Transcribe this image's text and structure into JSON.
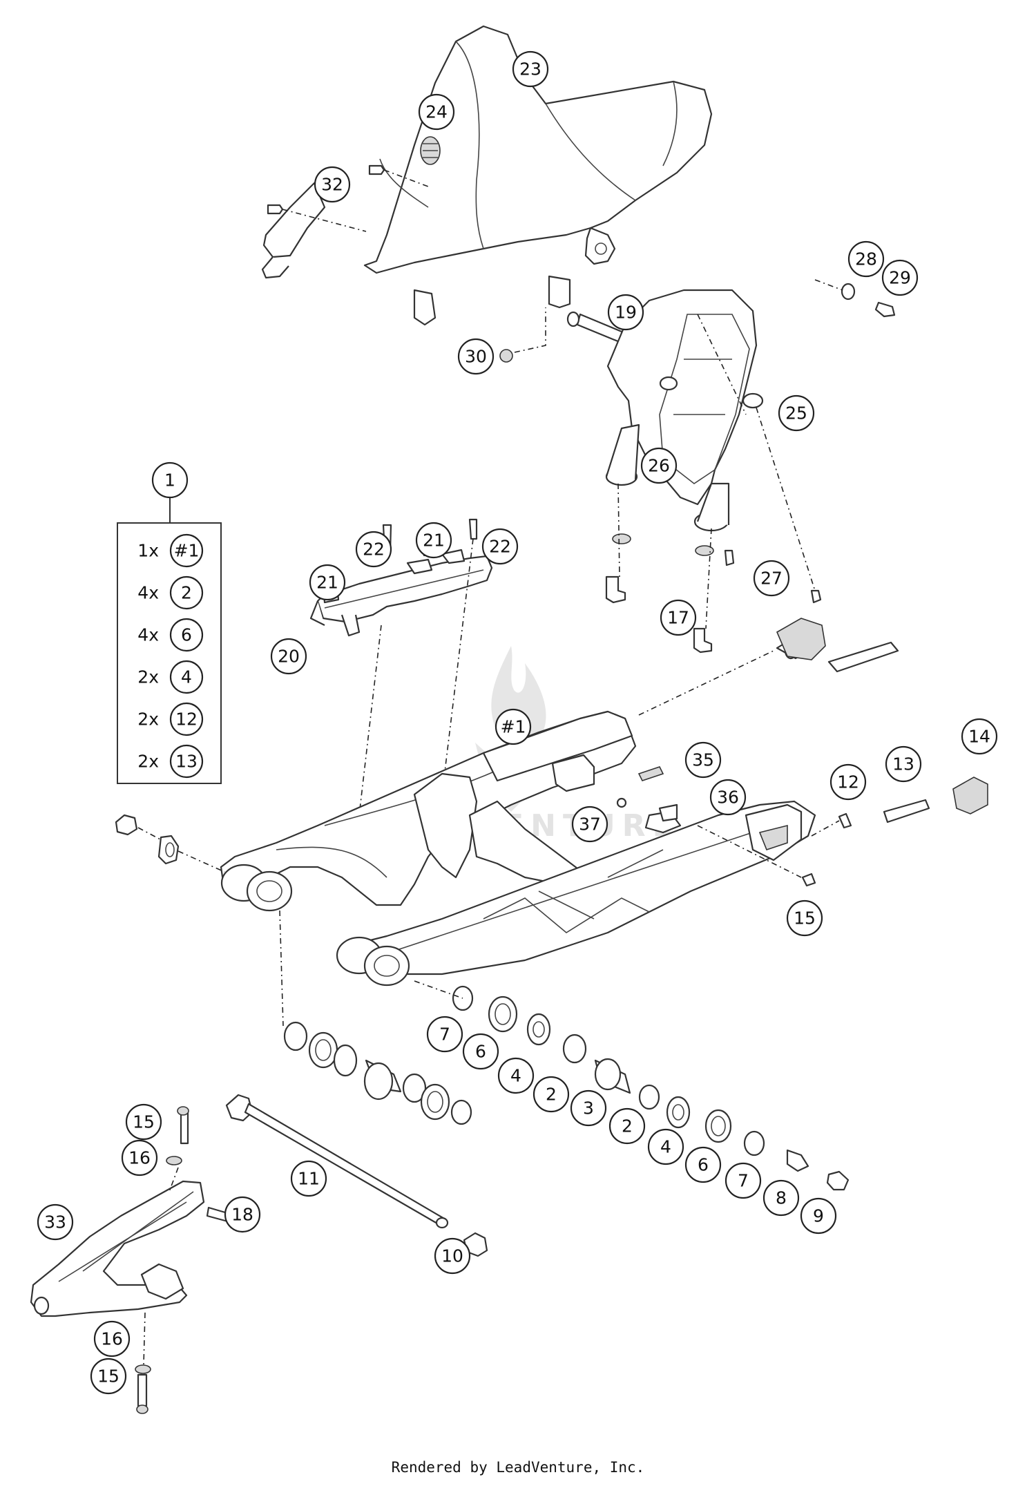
{
  "footer": {
    "credit": "Rendered by LeadVenture, Inc."
  },
  "watermark": {
    "text": "LEADVENTURE"
  },
  "kit": {
    "number": "1",
    "contents": [
      {
        "qty": "1x",
        "ref": "#1"
      },
      {
        "qty": "4x",
        "ref": "2"
      },
      {
        "qty": "4x",
        "ref": "6"
      },
      {
        "qty": "2x",
        "ref": "4"
      },
      {
        "qty": "2x",
        "ref": "12"
      },
      {
        "qty": "2x",
        "ref": "13"
      }
    ]
  },
  "callouts": [
    "23",
    "24",
    "32",
    "28",
    "29",
    "19",
    "30",
    "25",
    "26",
    "27",
    "17",
    "22",
    "21",
    "21",
    "22",
    "20",
    "#1",
    "35",
    "14",
    "13",
    "12",
    "36",
    "37",
    "15",
    "7",
    "6",
    "4",
    "2",
    "3",
    "2",
    "4",
    "6",
    "7",
    "8",
    "9",
    "15",
    "16",
    "11",
    "18",
    "33",
    "10",
    "16",
    "15"
  ]
}
